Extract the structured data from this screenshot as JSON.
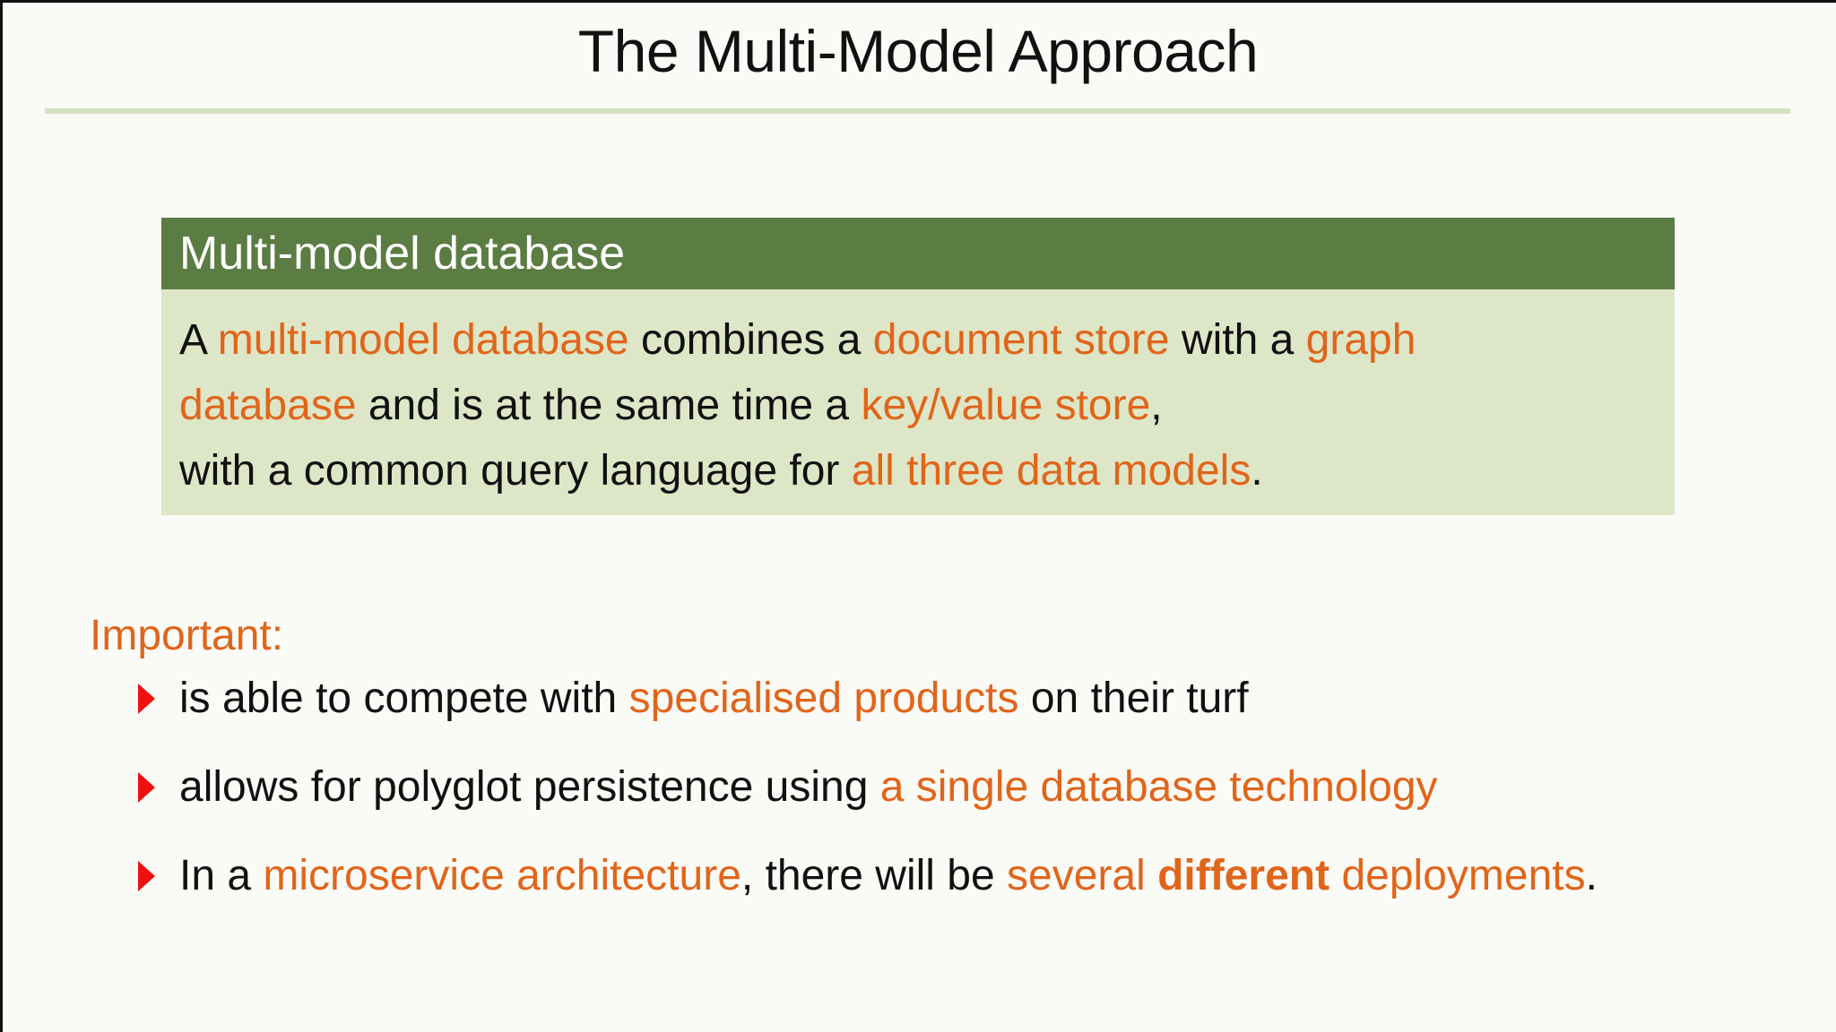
{
  "slide": {
    "title": "The Multi-Model Approach"
  },
  "definition_box": {
    "header": "Multi-model database",
    "line1": [
      {
        "text": "A ",
        "hl": false
      },
      {
        "text": "multi-model database",
        "hl": true
      },
      {
        "text": " combines a ",
        "hl": false
      },
      {
        "text": "document store",
        "hl": true
      },
      {
        "text": " with a ",
        "hl": false
      },
      {
        "text": "graph",
        "hl": true
      }
    ],
    "line2": [
      {
        "text": "database",
        "hl": true
      },
      {
        "text": " and is at the same time a ",
        "hl": false
      },
      {
        "text": "key/value store",
        "hl": true
      },
      {
        "text": ",",
        "hl": false
      }
    ],
    "line3": [
      {
        "text": "with a common query language for ",
        "hl": false
      },
      {
        "text": "all three data models",
        "hl": true
      },
      {
        "text": ".",
        "hl": false
      }
    ]
  },
  "important": {
    "label": "Important:",
    "bullets": [
      {
        "segments": [
          {
            "text": "is able to compete with ",
            "hl": false
          },
          {
            "text": "specialised products",
            "hl": true
          },
          {
            "text": " on their turf",
            "hl": false
          }
        ]
      },
      {
        "segments": [
          {
            "text": "allows for polyglot persistence using ",
            "hl": false
          },
          {
            "text": "a single database technology",
            "hl": true
          }
        ]
      },
      {
        "segments": [
          {
            "text": "In a ",
            "hl": false
          },
          {
            "text": "microservice architecture",
            "hl": true
          },
          {
            "text": ", there will be ",
            "hl": false
          },
          {
            "text": "several ",
            "hl": true
          },
          {
            "text": "different",
            "hl": "bold"
          },
          {
            "text": " deployments",
            "hl": true
          },
          {
            "text": ".",
            "hl": false
          }
        ]
      }
    ]
  },
  "colors": {
    "accent_orange": "#e0651a",
    "box_header_green": "#5b7c42",
    "box_body_green": "#dee6c8",
    "rule_green": "#d5e1c3",
    "bullet_red": "#f01010",
    "background": "#fafaf6"
  },
  "icons": {
    "bullet": "red-triangle-right-icon"
  }
}
